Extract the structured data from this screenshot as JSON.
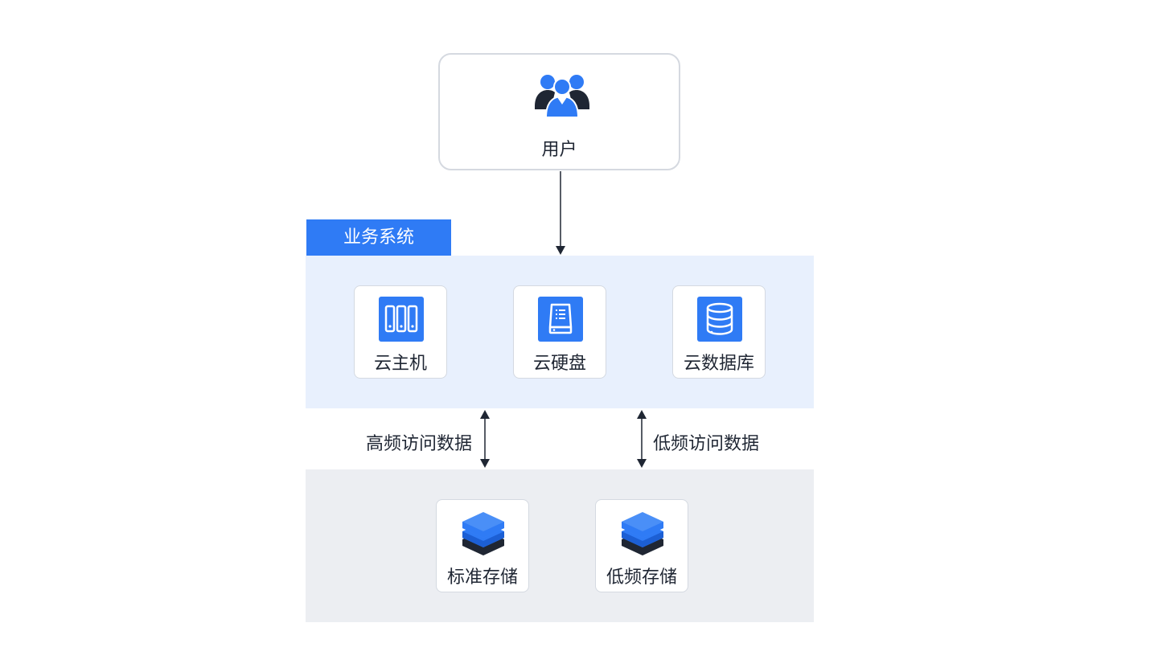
{
  "user": {
    "label": "用户",
    "icon": "users-icon"
  },
  "business_system": {
    "title": "业务系统",
    "services": [
      {
        "label": "云主机",
        "icon": "server-rack-icon"
      },
      {
        "label": "云硬盘",
        "icon": "hard-disk-icon"
      },
      {
        "label": "云数据库",
        "icon": "database-icon"
      }
    ]
  },
  "flows": {
    "high": "高频访问数据",
    "low": "低频访问数据"
  },
  "storage": [
    {
      "label": "标准存储",
      "icon": "storage-layers-icon"
    },
    {
      "label": "低频存储",
      "icon": "storage-layers-icon"
    }
  ],
  "colors": {
    "accent": "#2f7bf5",
    "biz_bg": "#e8f0fd",
    "storage_bg": "#eceef2",
    "dark": "#1f2633"
  }
}
